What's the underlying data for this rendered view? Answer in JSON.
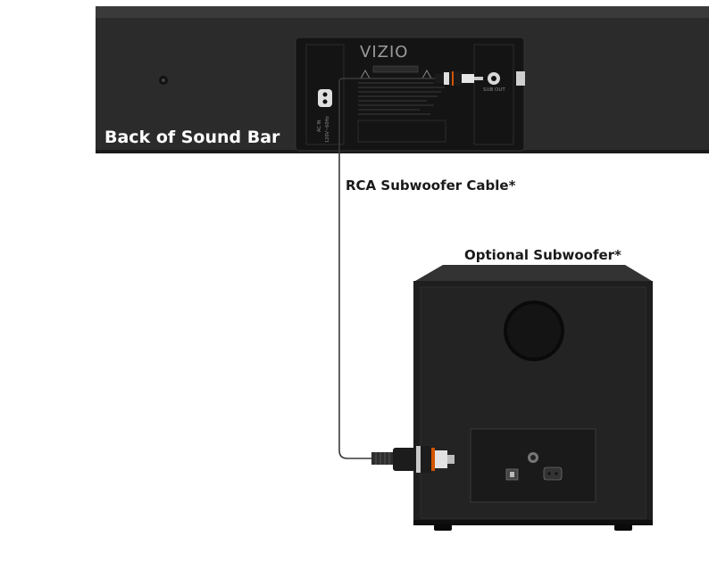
{
  "labels": {
    "sound_bar": "Back of Sound Bar",
    "cable": "RCA Subwoofer Cable*",
    "subwoofer": "Optional Subwoofer*"
  },
  "sound_bar_panel": {
    "brand": "VIZIO",
    "port_label": "SUB OUT",
    "power_label_line1": "AC IN",
    "power_label_line2": "120V~60Hz"
  },
  "colors": {
    "sound_bar_body": "#2a2a2a",
    "panel": "#151515",
    "subwoofer_body": "#1e1e1e",
    "cable": "#3a3a3a",
    "label_text": "#1a1a1a"
  }
}
